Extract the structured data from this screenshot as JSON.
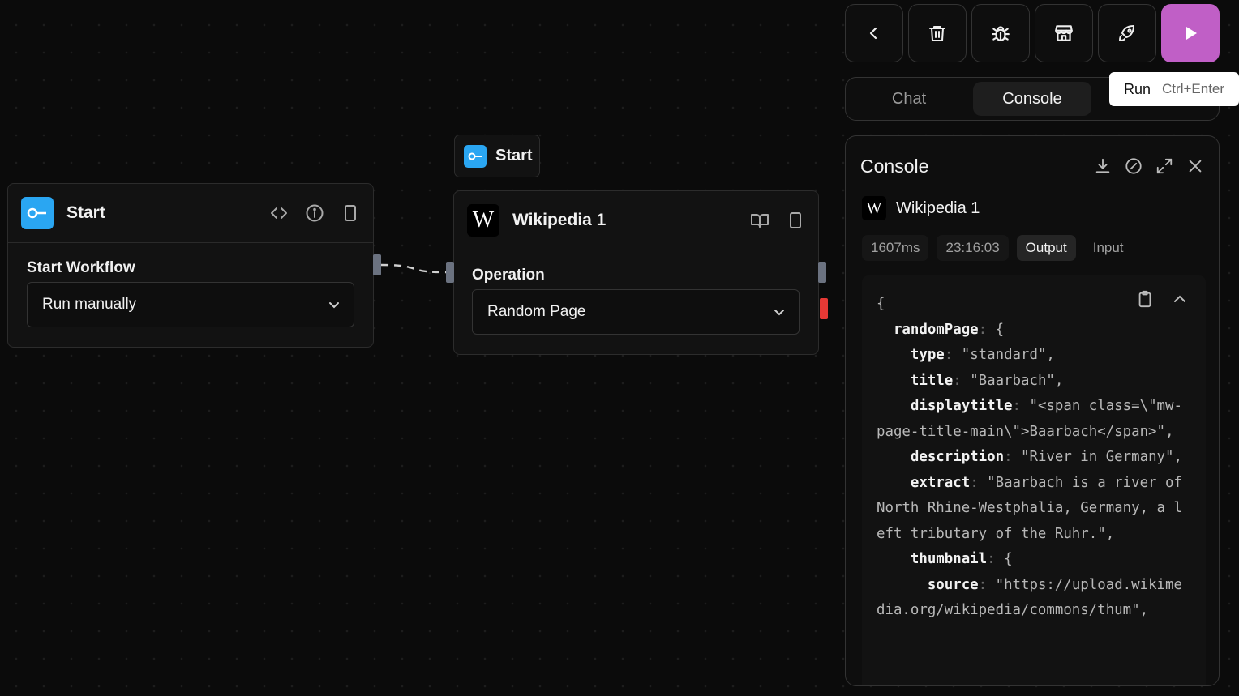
{
  "canvas": {
    "start_node": {
      "title": "Start",
      "field_label": "Start Workflow",
      "select_value": "Run manually"
    },
    "start_tag": {
      "label": "Start"
    },
    "wiki_node": {
      "title": "Wikipedia 1",
      "field_label": "Operation",
      "select_value": "Random Page",
      "logo_letter": "W"
    }
  },
  "toolbar": {
    "buttons": [
      "back-icon",
      "trash-icon",
      "bug-icon",
      "store-icon",
      "rocket-icon",
      "play-icon"
    ],
    "run_color": "#c05fc6"
  },
  "tooltip": {
    "label": "Run",
    "shortcut": "Ctrl+Enter"
  },
  "tabs": [
    {
      "label": "Chat",
      "active": false
    },
    {
      "label": "Console",
      "active": true
    }
  ],
  "console": {
    "title": "Console",
    "block_name": "Wikipedia 1",
    "block_logo_letter": "W",
    "duration": "1607ms",
    "time": "23:16:03",
    "view_tabs": [
      "Output",
      "Input"
    ],
    "active_view": "Output",
    "output_json": {
      "randomPage": {
        "type": "standard",
        "title": "Baarbach",
        "displaytitle": "<span class=\\\"mw-page-title-main\\\">Baarbach</span>",
        "description": "River in Germany",
        "extract": "Baarbach is a river of North Rhine-Westphalia, Germany, a left tributary of the Ruhr.",
        "thumbnail": {
          "source": "https://upload.wikimedia.org/wikipedia/commons/thum"
        }
      }
    }
  },
  "colors": {
    "accent_blue": "#2aa6f2",
    "run_purple": "#c05fc6",
    "error_red": "#e53935"
  }
}
